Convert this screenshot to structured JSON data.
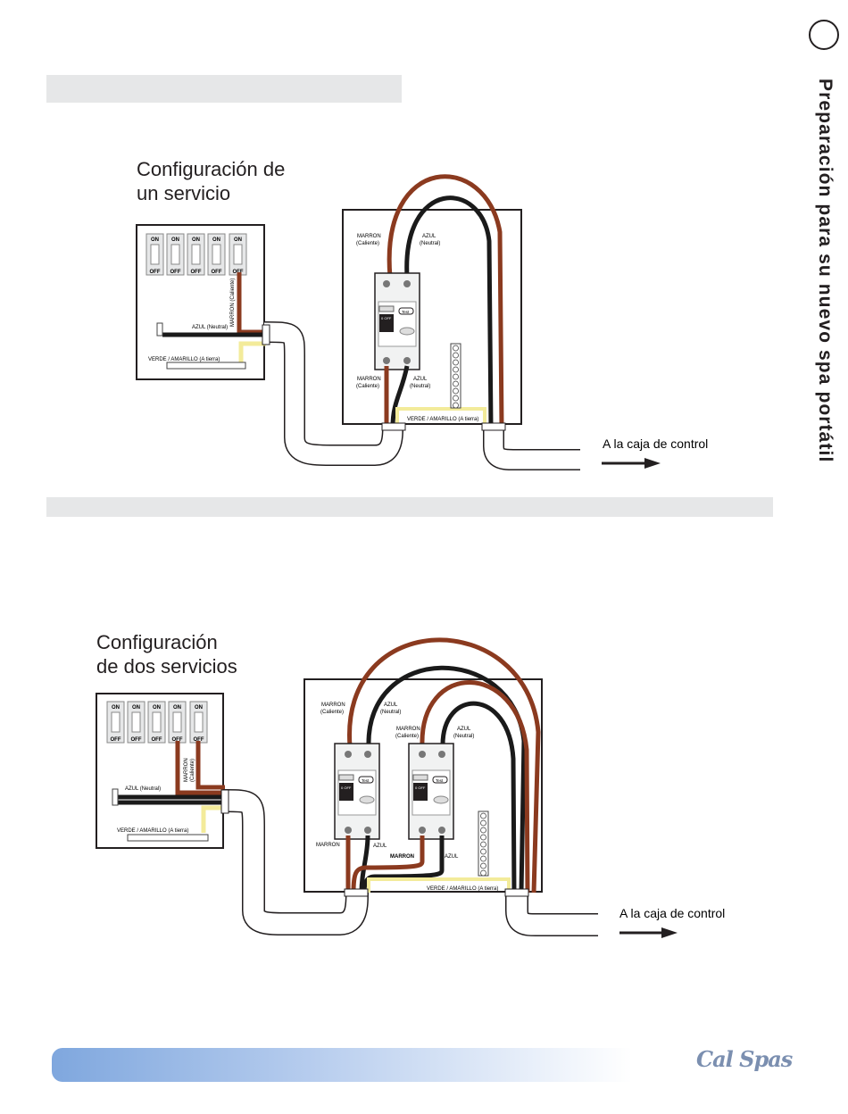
{
  "page": {
    "side_title": "Preparación para su nuevo spa portátil"
  },
  "brand": {
    "logo_text": "Cal Spas"
  },
  "colors": {
    "brown_wire": "#8b3a1f",
    "black_wire": "#1a1a1a",
    "ground_wire": "#f3eb9a",
    "band_gray": "#e6e7e8",
    "footer_blue": "#7fa7de"
  },
  "diagram1": {
    "title": "Configuración de\nun servicio",
    "switch_on": "ON",
    "switch_off": "OFF",
    "marron_caliente": "MARRON (Caliente)",
    "azul_neutral": "AZUL (Neutral)",
    "verde_amarillo": "VERDE / AMARILLO (A tierra)",
    "gfci_marron": "MARRON",
    "gfci_caliente": "(Caliente)",
    "gfci_azul": "AZUL",
    "gfci_neutral": "(Neutral)",
    "gfci_verde_amarillo": "VERDE / AMARILLO (A tierra)",
    "breaker_test": "Test",
    "breaker_off": "0 OFF",
    "to_control": "A la caja de control"
  },
  "diagram2": {
    "title": "Configuración\nde dos servicios",
    "switch_on": "ON",
    "switch_off": "OFF",
    "marron": "MARRON",
    "caliente": "(Caliente)",
    "azul_neutral": "AZUL (Neutral)",
    "verde_amarillo": "VERDE / AMARILLO (A tierra)",
    "gfci_marron": "MARRON",
    "gfci_caliente": "(Caliente)",
    "gfci_azul": "AZUL",
    "gfci_neutral": "(Neutral)",
    "gfci_verde_amarillo": "VERDE / AMARILLO (A tierra)",
    "breaker_test": "Test",
    "breaker_off": "0 OFF",
    "to_control": "A la caja de control"
  }
}
